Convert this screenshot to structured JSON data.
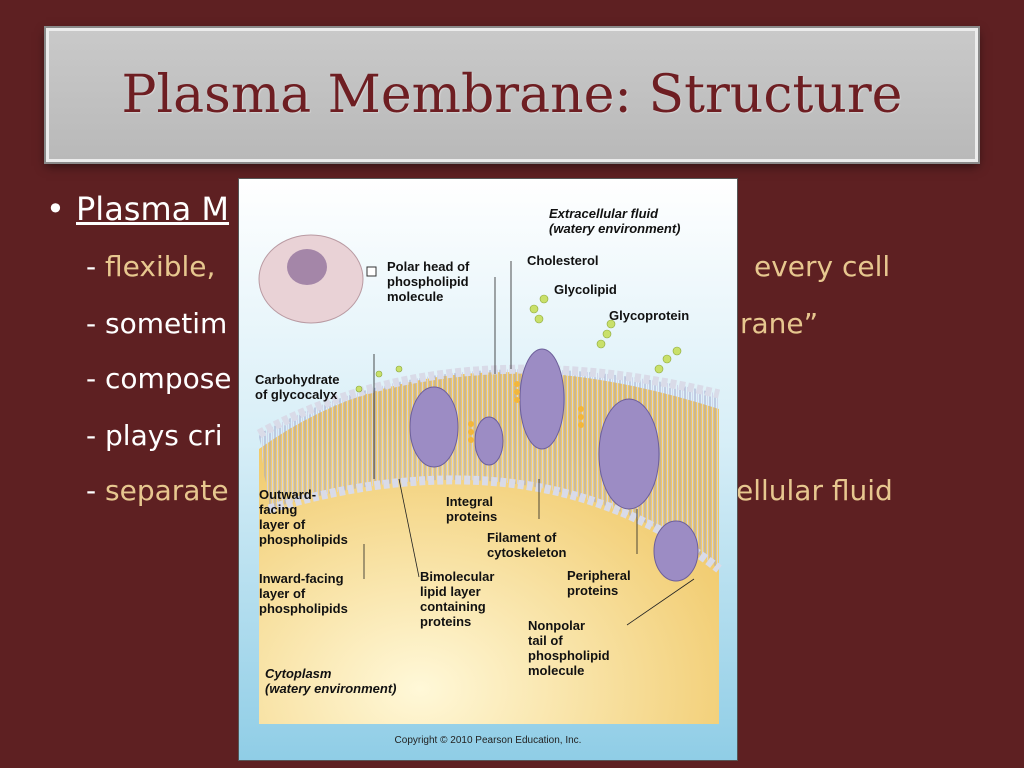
{
  "slide": {
    "title": "Plasma Membrane:  Structure",
    "bullet": "Plasma M",
    "lines": [
      {
        "prefix": "- ",
        "text": "flexible, ",
        "right_plain": "",
        "right": "every cell"
      },
      {
        "prefix": "- ",
        "text": "sometim",
        "right_plain": "",
        "right": "rane”"
      },
      {
        "prefix": "- ",
        "text": "compose",
        "right_plain": "",
        "right": ""
      },
      {
        "prefix": "- ",
        "text": "plays cri",
        "right_plain": "",
        "right": ""
      },
      {
        "prefix": "- ",
        "text": "separate",
        "right_plain": "",
        "right": "ellular fluid"
      }
    ]
  },
  "figure": {
    "labels": {
      "extracellular": "Extracellular fluid\n(watery environment)",
      "polar_head": "Polar head of\nphospholipid\nmolecule",
      "cholesterol": "Cholesterol",
      "glycolipid": "Glycolipid",
      "glycoprotein": "Glycoprotein",
      "carbohydrate": "Carbohydrate\nof glycocalyx",
      "outward": "Outward-\nfacing\nlayer of\nphospholipids",
      "integral": "Integral\nproteins",
      "filament": "Filament of\ncytoskeleton",
      "peripheral": "Peripheral\nproteins",
      "inward": "Inward-facing\nlayer of\nphospholipids",
      "bimolecular": "Bimolecular\nlipid layer\ncontaining\nproteins",
      "nonpolar": "Nonpolar\ntail of\nphospholipid\nmolecule",
      "cytoplasm": "Cytoplasm\n(watery environment)"
    },
    "copyright": "Copyright © 2010 Pearson Education, Inc."
  }
}
